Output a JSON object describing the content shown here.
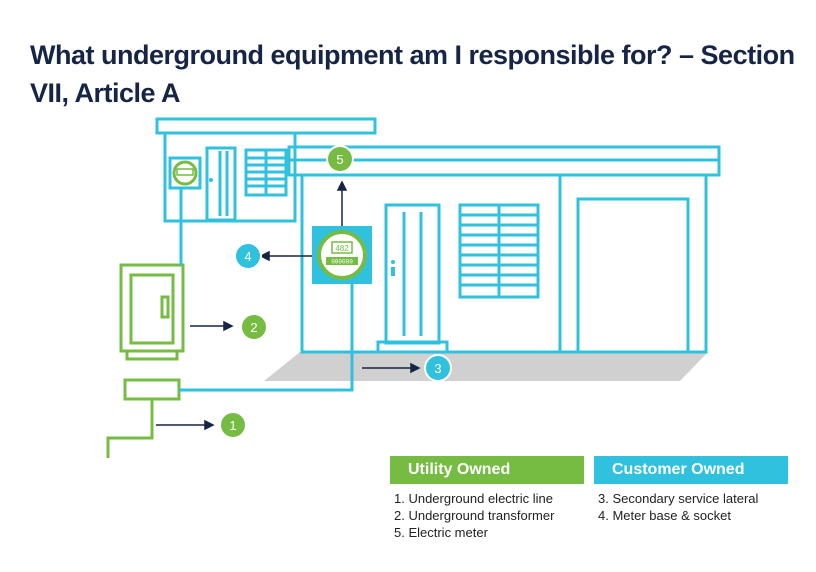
{
  "title": "What underground equipment am I responsible for? – Section VII, Article A",
  "colors": {
    "navy": "#162545",
    "green": "#76bc43",
    "cyan": "#2fc1de",
    "house_outline": "#2fc1de",
    "ground": "#d0d0d0"
  },
  "callouts": [
    {
      "number": "1",
      "color": "green"
    },
    {
      "number": "2",
      "color": "green"
    },
    {
      "number": "3",
      "color": "cyan"
    },
    {
      "number": "4",
      "color": "cyan"
    },
    {
      "number": "5",
      "color": "green"
    }
  ],
  "meter": {
    "reading": "482",
    "display": "000000"
  },
  "legend": {
    "utility": {
      "header": "Utility Owned",
      "items": [
        "1. Underground electric line",
        "2. Underground transformer",
        "5. Electric meter"
      ]
    },
    "customer": {
      "header": "Customer Owned",
      "items": [
        "3. Secondary service lateral",
        "4. Meter base & socket"
      ]
    }
  }
}
